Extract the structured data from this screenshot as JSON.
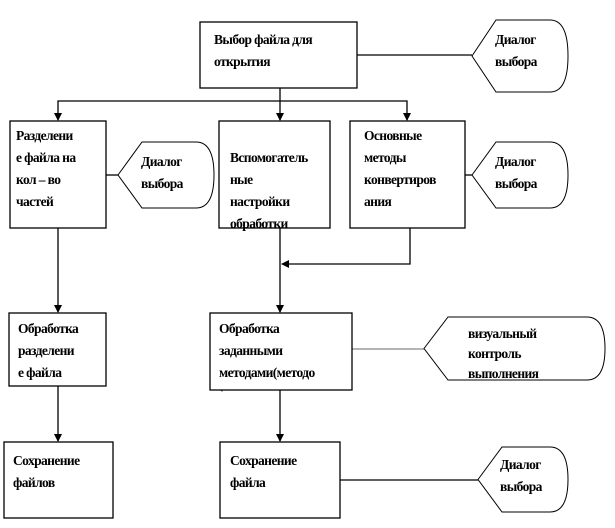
{
  "nodes": {
    "open": [
      "Выбор файла для",
      "открытия"
    ],
    "split": [
      "Разделени",
      "е файла на",
      "кол – во",
      "частей"
    ],
    "aux": [
      "Вспомогатель",
      "ные",
      "настройки",
      "обработки"
    ],
    "methods": [
      "Основные",
      "методы",
      "конвертиров",
      "ания"
    ],
    "process_split": [
      "Обработка",
      "разделени",
      "е файла"
    ],
    "process_methods": [
      "Обработка",
      "заданными",
      "методами(методо",
      "`"
    ],
    "save_files": [
      "Сохранение",
      "файлов"
    ],
    "save_file": [
      "Сохранение",
      "файла"
    ]
  },
  "displays": {
    "d1": [
      "Диалог",
      "выбора"
    ],
    "d2": [
      "Диалог",
      "выбора"
    ],
    "d3": [
      "Диалог",
      "выбора"
    ],
    "d4": [
      "визуальный",
      "контроль",
      "выполнения"
    ],
    "d5": [
      "Диалог",
      "выбора"
    ]
  }
}
